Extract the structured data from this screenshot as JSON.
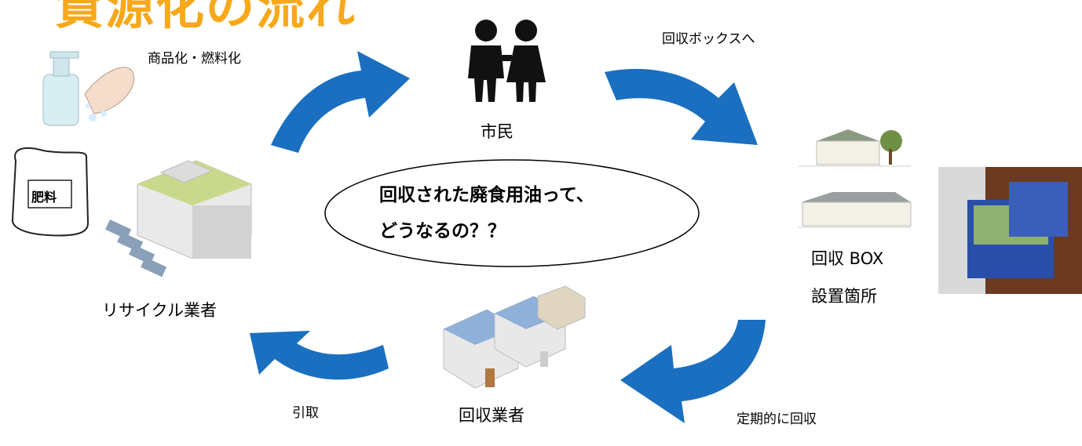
{
  "title": "資源化の流れ",
  "center_question": {
    "line1": "回収された廃食用油って、",
    "line2": "どうなるの？？"
  },
  "nodes": {
    "citizen": "市民",
    "box_site_line1": "回収 BOX",
    "box_site_line2": "設置箇所",
    "collector": "回収業者",
    "recycler": "リサイクル業者"
  },
  "arrows": {
    "to_box": "回収ボックスへ",
    "regular": "定期的に回収",
    "pickup": "引取",
    "products": "商品化・燃料化"
  },
  "fertilizer_bag_text": "肥料",
  "colors": {
    "arrow": "#1a6fc0",
    "title": "#f7a81b"
  }
}
